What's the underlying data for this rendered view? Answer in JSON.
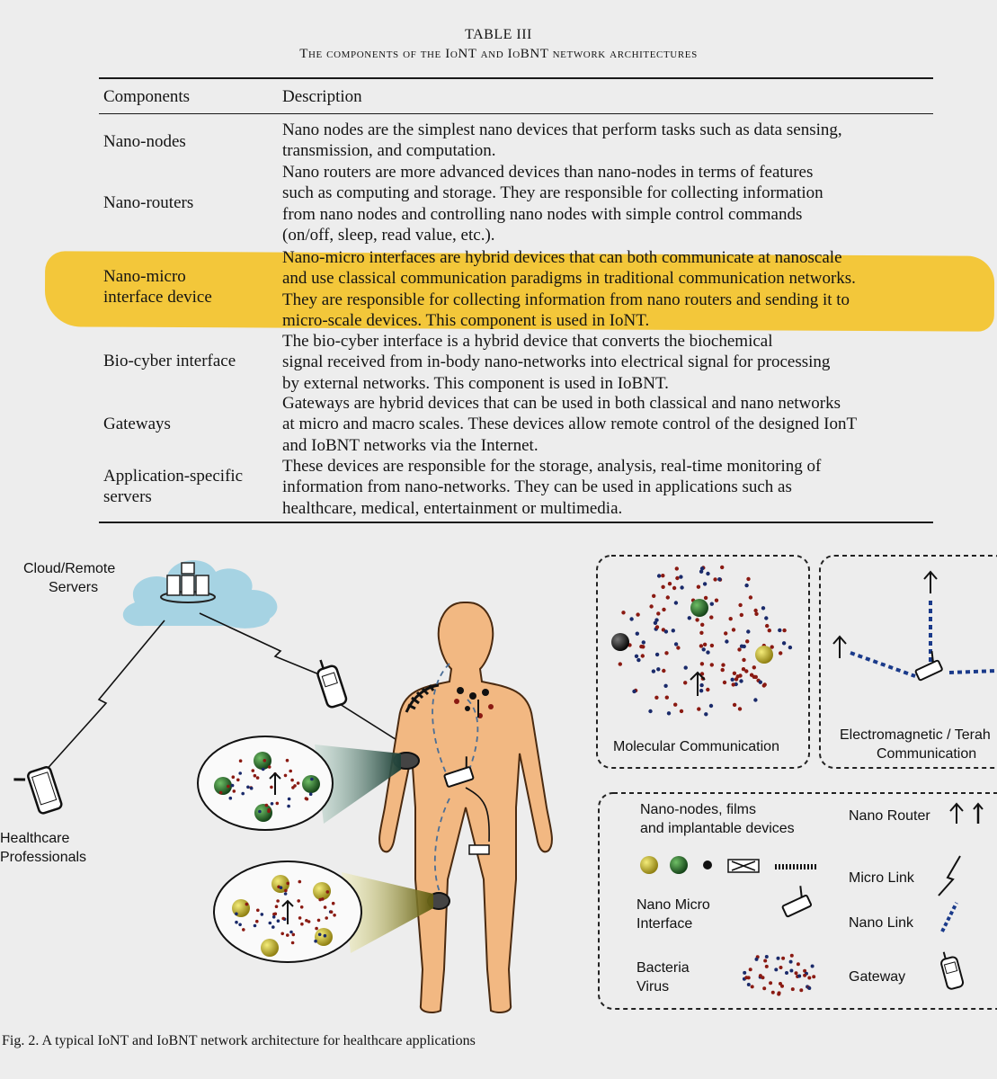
{
  "table": {
    "label": "TABLE III",
    "title": "The components of the IoNT and IoBNT network architectures",
    "headers": [
      "Components",
      "Description"
    ],
    "rows": [
      {
        "component": [
          "Nano-nodes"
        ],
        "description": [
          "Nano nodes are the simplest nano devices that perform tasks such as data sensing,",
          "transmission, and computation."
        ]
      },
      {
        "component": [
          "Nano-routers"
        ],
        "description": [
          "Nano routers are more advanced devices than nano-nodes in terms of features",
          "such as computing and storage. They are responsible for collecting information",
          "from nano nodes and controlling nano nodes with simple control commands",
          "(on/off, sleep, read value, etc.)."
        ]
      },
      {
        "component": [
          "Nano-micro",
          "interface device"
        ],
        "description": [
          "Nano-micro interfaces are hybrid devices that can both communicate at nanoscale",
          "and use classical communication paradigms in traditional communication networks.",
          "They are responsible for collecting information from nano routers and sending it to",
          "micro-scale devices. This component is used in IoNT."
        ]
      },
      {
        "component": [
          "Bio-cyber interface"
        ],
        "description": [
          "The bio-cyber interface is a hybrid device that converts the biochemical",
          "signal received from in-body nano-networks into electrical signal for processing",
          "by external networks. This component is used in IoBNT."
        ]
      },
      {
        "component": [
          "Gateways"
        ],
        "description": [
          "Gateways are hybrid devices that can be used in both classical and nano networks",
          "at micro and macro scales. These devices allow remote control of the designed IonT",
          "and IoBNT networks via the Internet."
        ]
      },
      {
        "component": [
          "Application-specific",
          "servers"
        ],
        "description": [
          "These devices are responsible for the storage, analysis, real-time monitoring of",
          "information from nano-networks. They can be used in applications such as",
          "healthcare, medical, entertainment or multimedia."
        ]
      }
    ]
  },
  "figure": {
    "cloud_label": [
      "Cloud/Remote",
      "Servers"
    ],
    "healthcare_label": [
      "Healthcare",
      "Professionals"
    ],
    "molecular_label": "Molecular Communication",
    "em_label": [
      "Electromagnetic / Terah",
      "Communication"
    ],
    "legend": {
      "nano_nodes": [
        "Nano-nodes, films",
        "and implantable devices"
      ],
      "nano_router": "Nano Router",
      "micro_link": "Micro Link",
      "nano_micro_interface": [
        "Nano Micro",
        "Interface"
      ],
      "nano_link": "Nano Link",
      "bacteria_virus": [
        "Bacteria",
        "Virus"
      ],
      "gateway": "Gateway"
    },
    "caption": "Fig. 2.  A typical IoNT and IoBNT network architecture for healthcare applications"
  },
  "colors": {
    "highlight": "#f5bd08",
    "skin": "#f2b882",
    "cloud": "#9fcfe0",
    "green_node": "#1f5a23",
    "yellow_node": "#c3b21a",
    "red_dot": "#8a1a12",
    "blue_dot": "#1a2a6a"
  }
}
